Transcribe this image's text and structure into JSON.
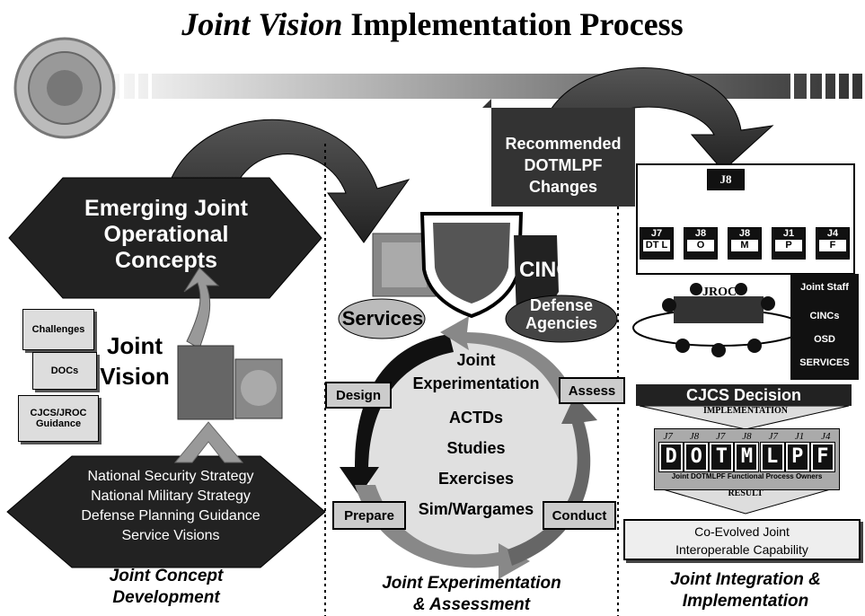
{
  "title": {
    "italic": "Joint Vision",
    "rest": "Implementation Process"
  },
  "left": {
    "emerging": "Emerging Joint Operational Concepts",
    "documents": [
      "Challenges",
      "DOCs",
      "CJCS/JROC Guidance"
    ],
    "joint_vision": "Joint Vision",
    "strategies": [
      "National Security Strategy",
      "National Military Strategy",
      "Defense Planning Guidance",
      "Service Visions"
    ],
    "caption_line1": "Joint Concept",
    "caption_line2": "Development"
  },
  "middle": {
    "recommended_line1": "Recommended",
    "recommended_line2": "DOTMLPF",
    "recommended_line3": "Changes",
    "services": "Services",
    "cincs": "CINCs",
    "defense_agencies_line1": "Defense",
    "defense_agencies_line2": "Agencies",
    "cycle_labels": {
      "design": "Design",
      "assess": "Assess",
      "prepare": "Prepare",
      "conduct": "Conduct"
    },
    "cycle_center": [
      "Joint",
      "Experimentation",
      "ACTDs",
      "Studies",
      "Exercises",
      "Sim/Wargames"
    ],
    "caption_line1": "Joint Experimentation",
    "caption_line2": "& Assessment"
  },
  "right": {
    "j8_top": "J8",
    "org_boxes": [
      {
        "code": "J7",
        "sub": "DT L"
      },
      {
        "code": "J8",
        "sub": "O"
      },
      {
        "code": "J8",
        "sub": "M"
      },
      {
        "code": "J1",
        "sub": "P"
      },
      {
        "code": "J4",
        "sub": "F"
      }
    ],
    "jroc": "JROC",
    "staff_list": [
      "Joint Staff",
      "CINCs",
      "OSD",
      "SERVICES"
    ],
    "cjcs_decision": "CJCS Decision",
    "implementation": "IMPLEMENTATION",
    "dotmlpf_codes": [
      "J7",
      "J8",
      "J7",
      "J8",
      "J7",
      "J1",
      "J4"
    ],
    "dotmlpf_letters": [
      "D",
      "O",
      "T",
      "M",
      "L",
      "P",
      "F"
    ],
    "dotmlpf_footer": "Joint DOTMLPF Functional Process Owners",
    "result": "RESULT",
    "coevolved_line1": "Co-Evolved Joint",
    "coevolved_line2": "Interoperable Capability",
    "caption_line1": "Joint Integration &",
    "caption_line2": "Implementation"
  },
  "colors": {
    "dark": "#2a2a2a",
    "mid": "#777777",
    "light": "#cccccc"
  }
}
